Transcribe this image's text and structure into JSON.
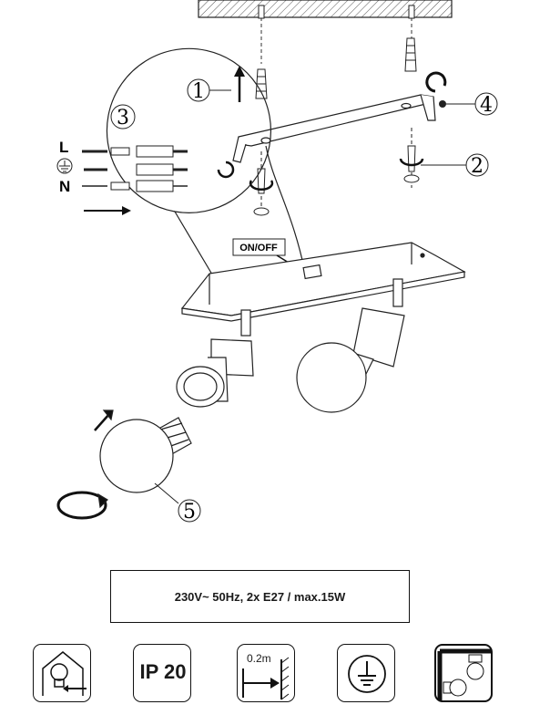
{
  "callouts": {
    "step1": "1",
    "step2": "2",
    "step3": "3",
    "step4": "4",
    "step5": "5"
  },
  "wiring": {
    "live": "L",
    "neutral": "N",
    "earth_icon": "earth-ground-icon"
  },
  "switch_label": "ON/OFF",
  "spec_text": "230V~ 50Hz, 2x E27 / max.15W",
  "symbols": {
    "ip_rating": "IP 20",
    "distance": "0.2m",
    "icons": [
      "indoor-use-bulb-icon",
      "ip20-icon",
      "min-distance-icon",
      "protection-class-earth-icon",
      "wall-ceiling-mount-icon"
    ]
  },
  "colors": {
    "line": "#1a1a1a",
    "hatch": "#555555"
  }
}
